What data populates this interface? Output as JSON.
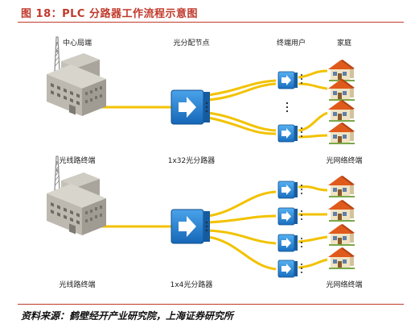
{
  "title": "图 18：PLC 分路器工作流程示意图",
  "labels": {
    "central_office": "中心局端",
    "splitter_node": "光分配节点",
    "user_terminal": "终端用户",
    "home": "家庭",
    "olt_top": "光线路终端",
    "splitter_top": "1x32光分路器",
    "onu_top": "光网络终端",
    "olt_bottom": "光线路终端",
    "splitter_bottom": "1x4光分路器",
    "onu_bottom": "光网络终端"
  },
  "source": "资料来源：鹤壁经开产业研究院，上海证券研究所",
  "colors": {
    "accent": "#c0392b",
    "fiber": "#f2c200",
    "splitter": "#1f7fd0",
    "roof": "#e05a1c",
    "building": "#b9b6ae"
  }
}
